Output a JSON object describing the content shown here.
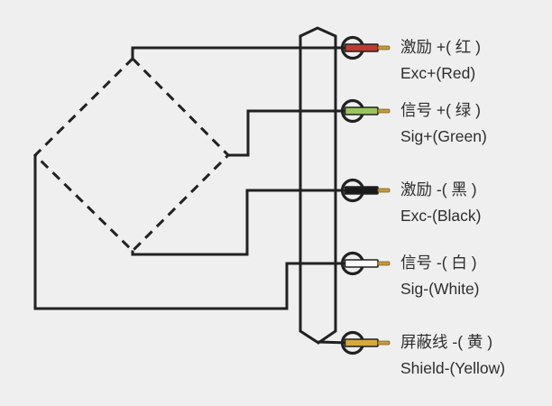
{
  "diagram": {
    "kind": "load-cell-wiring-diagram",
    "bridge": {
      "shape": "diamond",
      "line_style": "dashed",
      "meaning": "wheatstone-bridge-sensor"
    },
    "connector": {
      "shape": "pointed-cable-sheath",
      "meaning": "cable-bundle"
    }
  },
  "colors": {
    "background": "#efefef",
    "line": "#212121",
    "text": "#2e2e2e",
    "tip_fill": "#c19a41",
    "tip_edge": "#7d6120"
  },
  "terminals": [
    {
      "id": "exc-plus",
      "wire_color_name": "red",
      "color": "#bd3a30",
      "label_zh": "激励 +( 红 )",
      "label_en": "Exc+(Red)"
    },
    {
      "id": "sig-plus",
      "wire_color_name": "green",
      "color": "#9cc45e",
      "label_zh": "信号 +( 绿 )",
      "label_en": "Sig+(Green)"
    },
    {
      "id": "exc-minus",
      "wire_color_name": "black",
      "color": "#1a1a1a",
      "label_zh": "激励 -( 黑 )",
      "label_en": "Exc-(Black)"
    },
    {
      "id": "sig-minus",
      "wire_color_name": "white",
      "color": "#fbfbfb",
      "label_zh": "信号 -( 白 )",
      "label_en": "Sig-(White)"
    },
    {
      "id": "shield",
      "wire_color_name": "yellow",
      "color": "#d5a93e",
      "label_zh": "屏蔽线 -( 黄 )",
      "label_en": "Shield-(Yellow)"
    }
  ]
}
